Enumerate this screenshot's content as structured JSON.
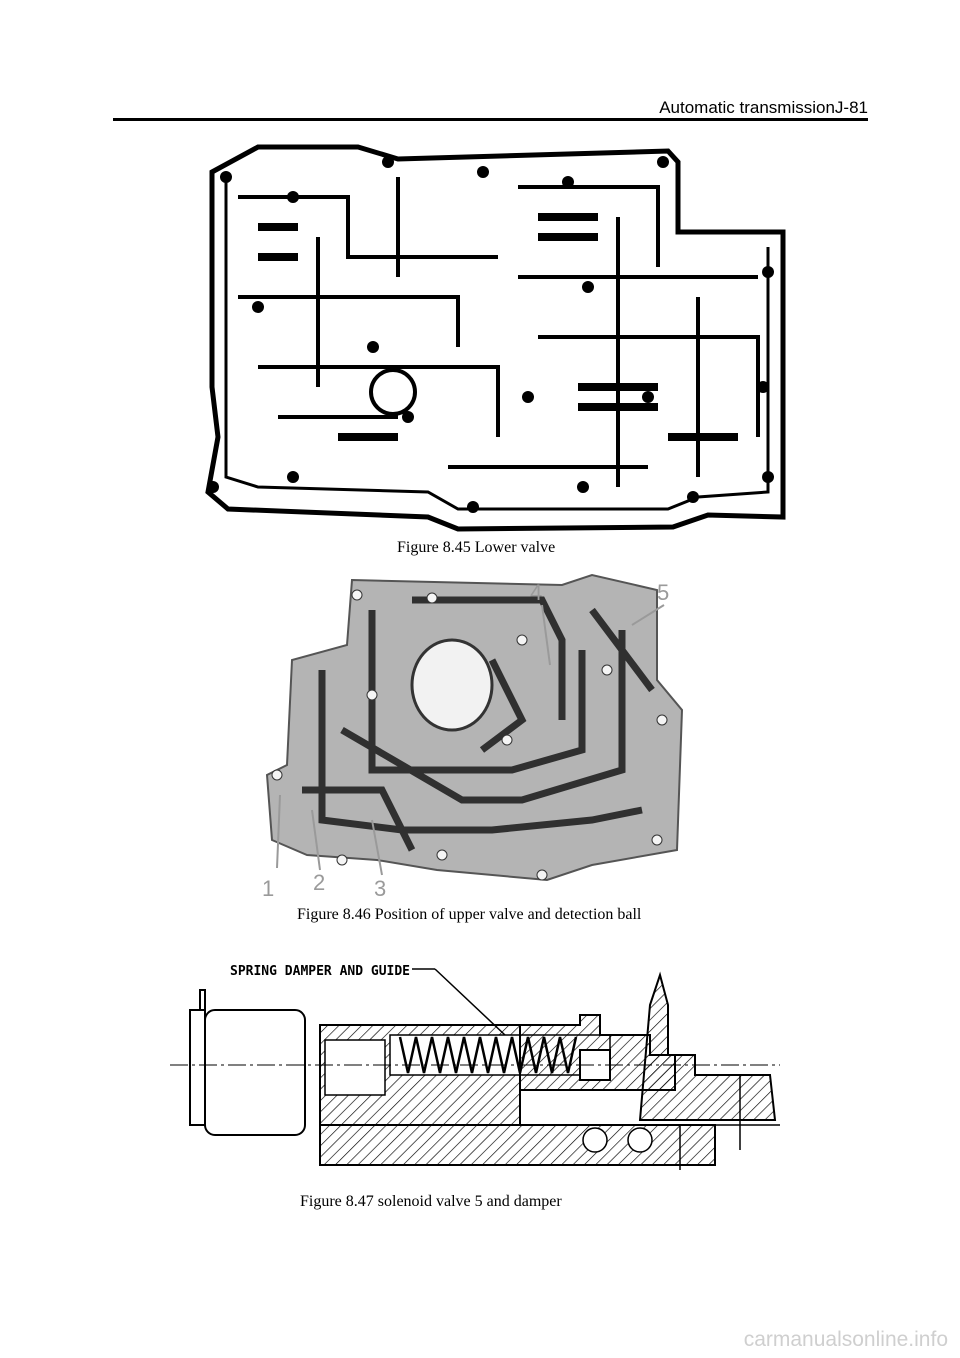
{
  "header": {
    "title": "Automatic transmissionJ-81"
  },
  "figures": [
    {
      "caption": "Figure 8.45 Lower valve"
    },
    {
      "caption": "Figure 8.46 Position of upper valve and detection ball",
      "callouts": [
        "1",
        "2",
        "3",
        "4",
        "5"
      ]
    },
    {
      "caption": "Figure 8.47 solenoid valve 5 and damper",
      "label": "SPRING DAMPER AND GUIDE"
    }
  ],
  "watermark": "carmanualsonline.info"
}
